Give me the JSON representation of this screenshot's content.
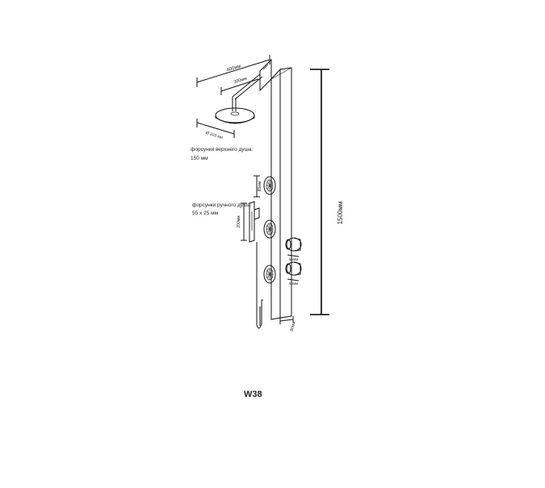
{
  "dimensions": {
    "arm_total": "400мм",
    "arm_inner": "300мм",
    "head_diameter": "Ø 203 мм",
    "jet_size": "85мм",
    "handshower_length": "200мм",
    "panel_height": "1500мм",
    "panel_depth": "80мм",
    "knob_upper": "55мм",
    "knob_lower": "55мм"
  },
  "notes": {
    "top_line1": "форсунки верхнего душа:",
    "top_line2": "150 мм",
    "hand_line1": "форсунки ручного душа:",
    "hand_line2": "55 х 25 мм"
  },
  "model": "W38"
}
